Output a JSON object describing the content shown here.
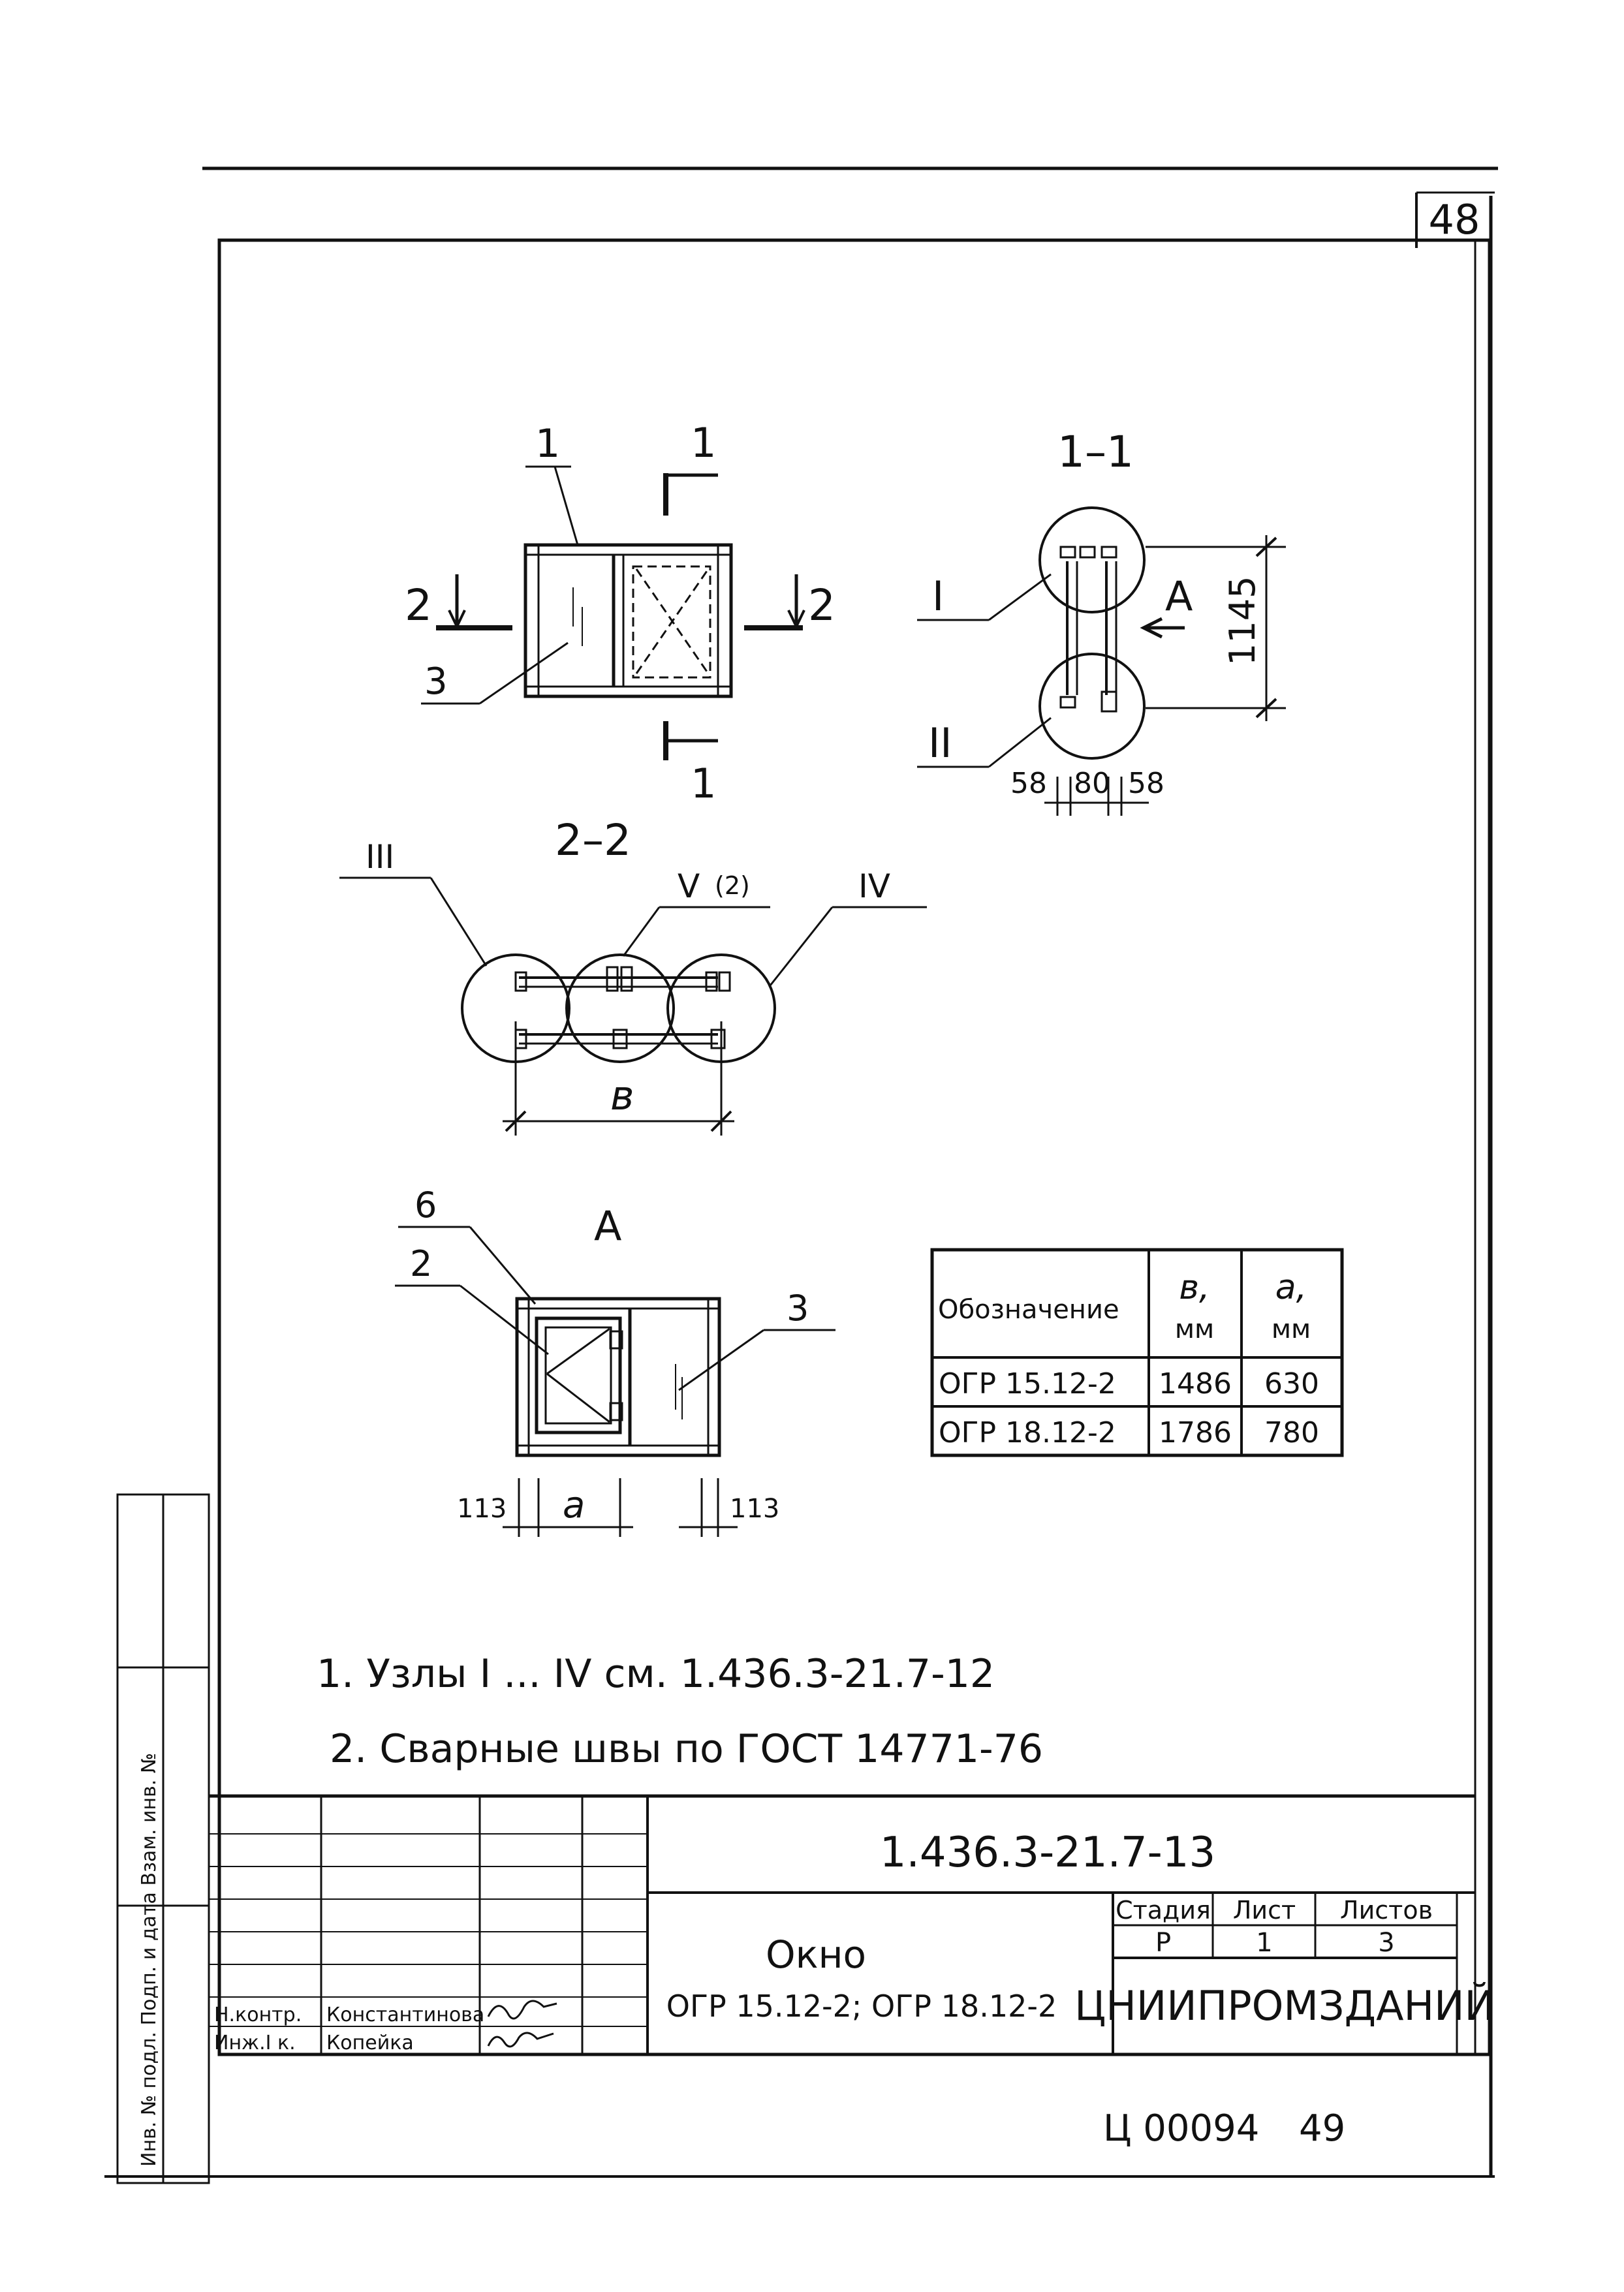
{
  "sheet_corner_number": "48",
  "views": {
    "front": {
      "leaders": [
        "1",
        "3"
      ],
      "cut_1_top": "1",
      "cut_1_bottom": "1",
      "cut_2_left": "2",
      "cut_2_right": "2"
    },
    "section_1_1": {
      "title": "1–1",
      "node_I": "I",
      "node_II": "II",
      "arrow_label": "A",
      "height_dim": "1145",
      "dim_left": "58",
      "dim_mid": "80",
      "dim_right": "58"
    },
    "section_2_2": {
      "title": "2–2",
      "node_III": "III",
      "node_V": "V",
      "node_V_count": "(2)",
      "node_IV": "IV",
      "width_dim": "в"
    },
    "view_a": {
      "title": "A",
      "leader_6": "6",
      "leader_2": "2",
      "leader_3": "3",
      "dim_left": "113",
      "dim_a": "a",
      "dim_right": "113"
    }
  },
  "spec_table": {
    "headers": [
      "Обозначение",
      "в,\nмм",
      "a,\nмм"
    ],
    "rows": [
      [
        "ОГР 15.12-2",
        "1486",
        "630"
      ],
      [
        "ОГР 18.12-2",
        "1786",
        "780"
      ]
    ]
  },
  "notes": [
    "1. Узлы I ... IV см. 1.436.3-21.7-12",
    "2. Сварные швы по ГОСТ 14771-76"
  ],
  "title_block": {
    "doc_code": "1.436.3-21.7-13",
    "item_name": "Окно",
    "item_variants": "ОГР 15.12-2; ОГР 18.12-2",
    "stage_label": "Стадия",
    "stage_value": "Р",
    "sheet_label": "Лист",
    "sheet_value": "1",
    "sheets_label": "Листов",
    "sheets_value": "3",
    "organization": "ЦНИИПРОМЗДАНИЙ",
    "roles": [
      {
        "role": "Н.контр.",
        "name": "Константинова"
      },
      {
        "role": "Инж.I к.",
        "name": "Копейка"
      }
    ],
    "side_stamp": "Инв. № подл.  Подп. и дата  Взам. инв. №"
  },
  "footer": {
    "archive_code": "Ц 00094",
    "page_number": "49"
  }
}
